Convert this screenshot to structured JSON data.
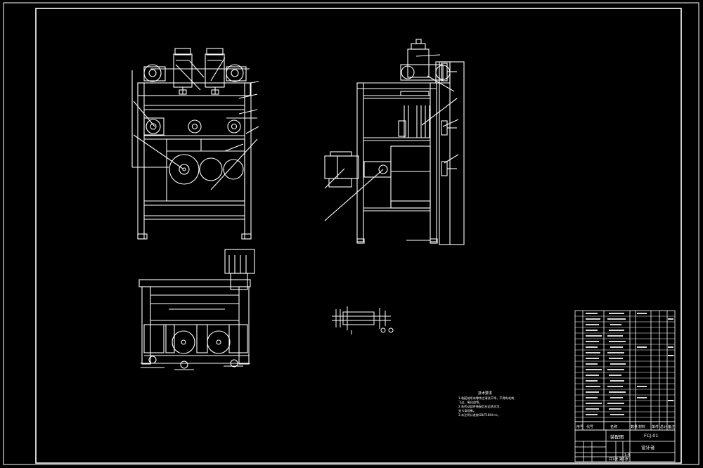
{
  "drawing": {
    "colors": {
      "background": "#000000",
      "line": "#ffffff"
    },
    "notes": {
      "title": "技术要求",
      "lines": [
        "1.装配前所有零件应清洗干净，不得有毛刺、",
        "  飞边、氧化皮等。",
        "2.各传动部件装配后应运转灵活，",
        "  无卡滞现象。",
        "3.未注明公差按GB/T1804-m。"
      ]
    },
    "bom_header": [
      "序号",
      "代号",
      "名称",
      "数量",
      "材料",
      "单件",
      "总计",
      "备注"
    ],
    "title_block": {
      "drawing_no": "FCJ-01",
      "name": "装配图",
      "company": "设计者",
      "scale": "1:4",
      "sheet": "共1张 第1张"
    }
  }
}
